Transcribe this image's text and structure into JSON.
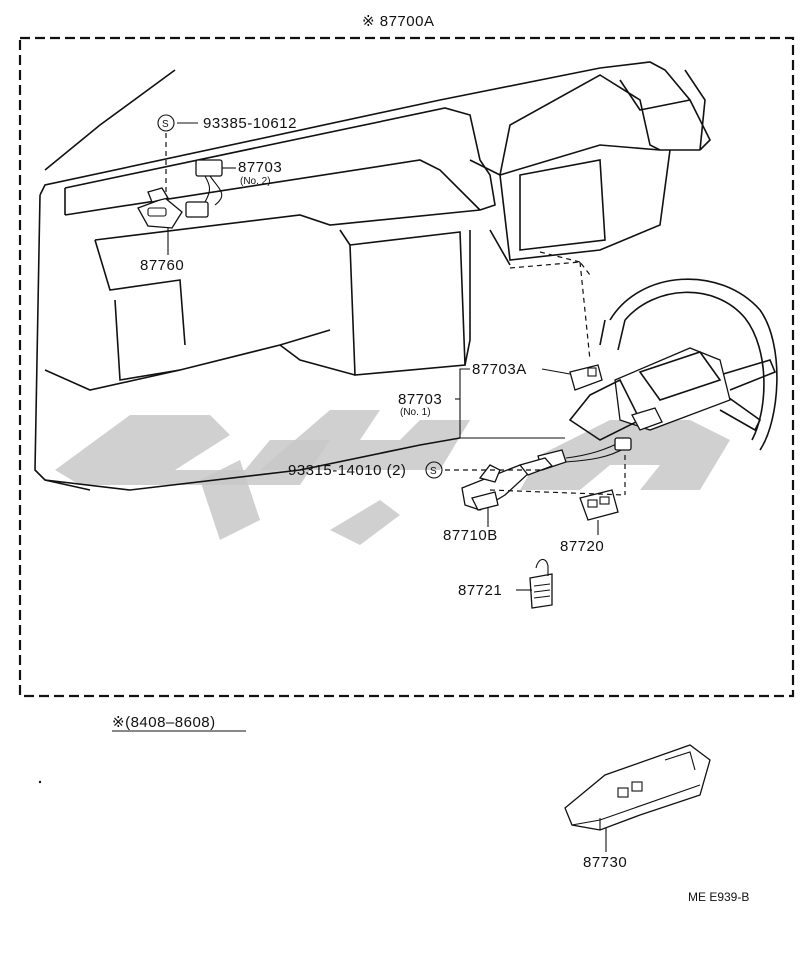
{
  "header_label": "※ 87700A",
  "parts": {
    "screw_top": "93385-10612",
    "connector_no2": "87703",
    "connector_no2_sub": "(No. 2)",
    "bracket_left": "87760",
    "connector_a": "87703A",
    "connector_no1": "87703",
    "connector_no1_sub": "(No. 1)",
    "screw_mid": "93315-14010 (2)",
    "switch_b": "87710B",
    "switch_720": "87720",
    "tag_721": "87721",
    "switch_730": "87730"
  },
  "screw_symbol": "S",
  "period_note": "※(8408–8608)",
  "diagram_code": "ME E939-B"
}
